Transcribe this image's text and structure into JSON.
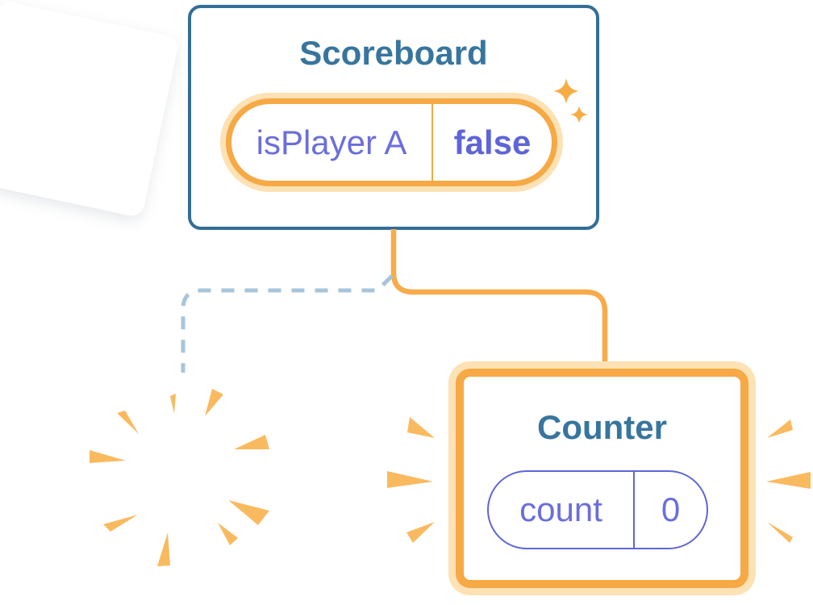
{
  "illustration": {
    "description": "component tree state diagram",
    "scoreboard": {
      "title": "Scoreboard",
      "state_key": "isPlayer A",
      "state_value": "false"
    },
    "counter": {
      "title": "Counter",
      "state_key": "count",
      "state_value": "0"
    },
    "icons": [
      "sparkle-icon-large",
      "sparkle-icon-small",
      "burst-rays-icon",
      "emphasis-rays-icon"
    ],
    "colors": {
      "background": "#ffffff",
      "card_border_blue": "#336E99",
      "title_blue": "#38759D",
      "state_purple": "#6B6EDB",
      "state_purple_bold": "#5F64D9",
      "pill_border_purple": "#6065D6",
      "orange": "#F6A944",
      "orange_halo": "#FCE2B4",
      "ray_orange": "#F9BA5F",
      "dashed_connector_blue": "#A7C4DB"
    }
  }
}
